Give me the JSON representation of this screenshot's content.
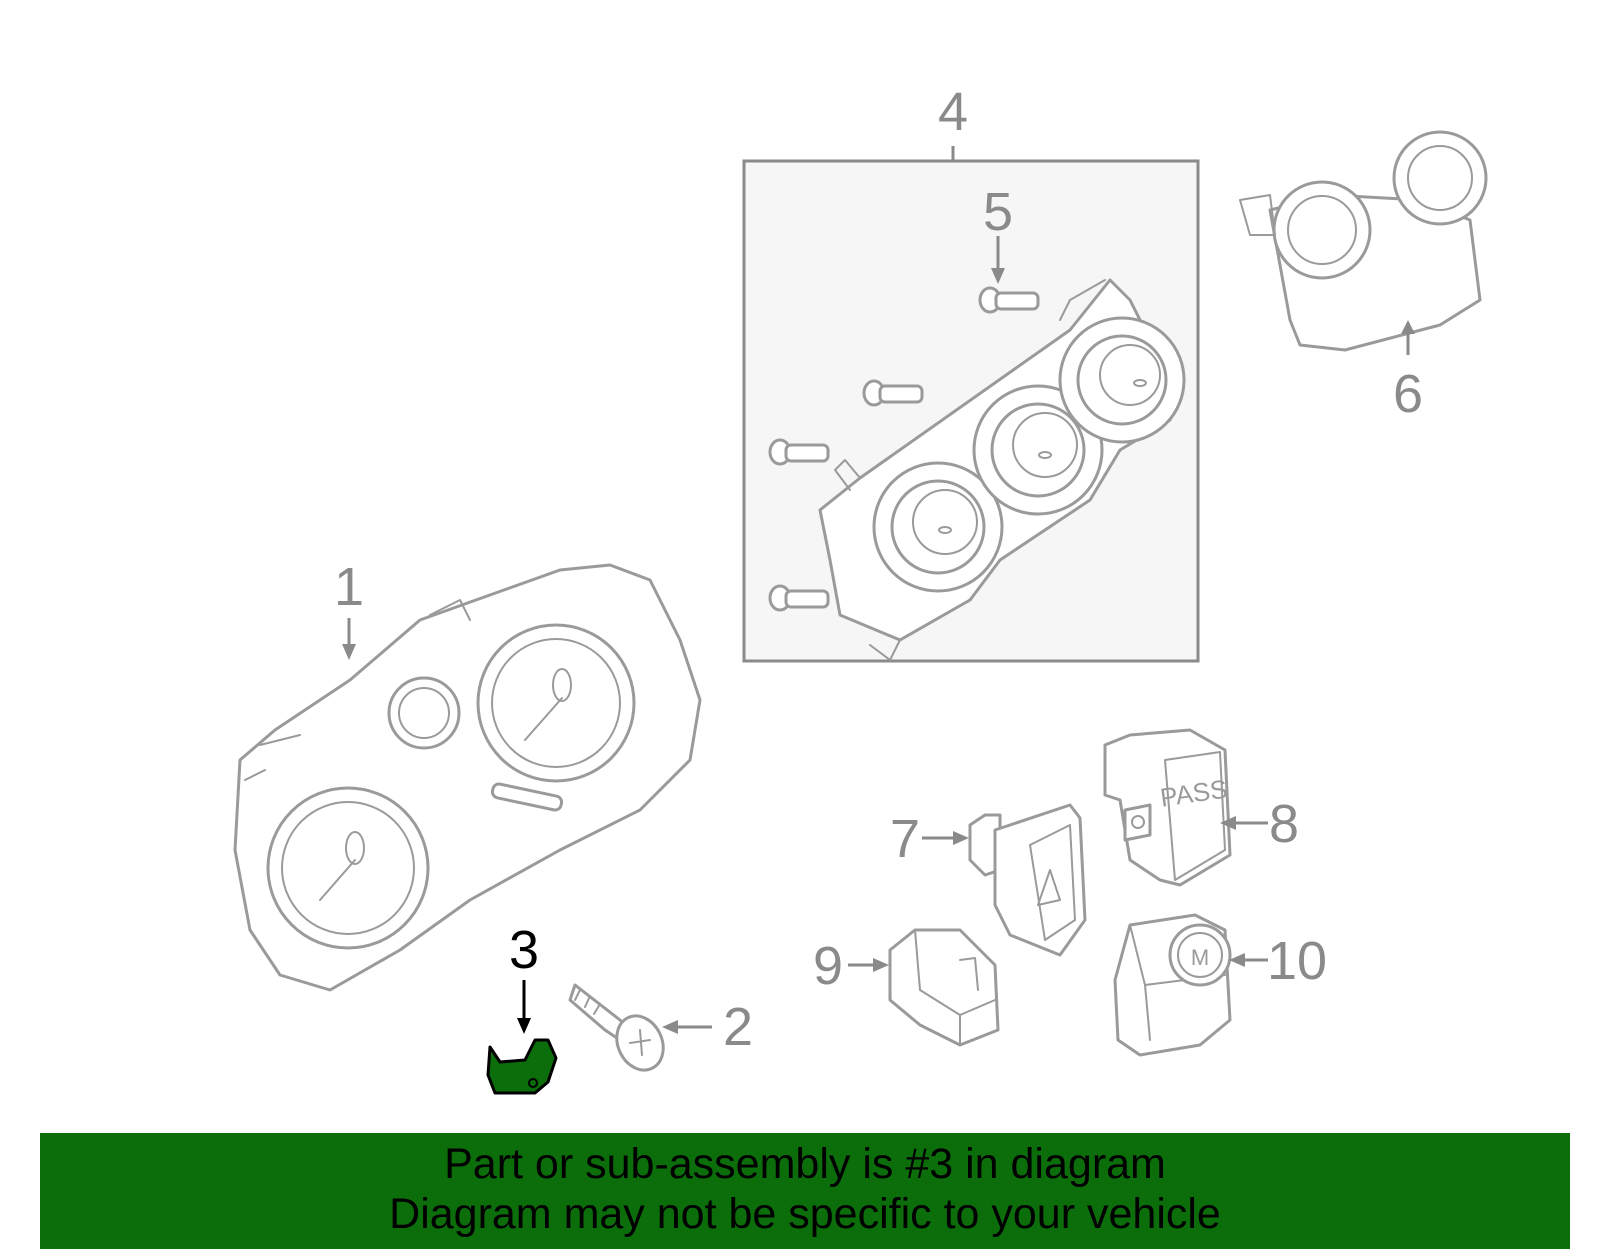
{
  "callouts": {
    "c1": "1",
    "c2": "2",
    "c3": "3",
    "c4": "4",
    "c5": "5",
    "c6": "6",
    "c7": "7",
    "c8": "8",
    "c9": "9",
    "c10": "10"
  },
  "switch_labels": {
    "pass": "PASS",
    "mode": "M"
  },
  "highlight": {
    "part_number": "3",
    "color": "#0b6e0b"
  },
  "banner": {
    "line1": "Part or sub-assembly is #3 in diagram",
    "line2": "Diagram may not be specific to your vehicle",
    "color": "#0b6e0b"
  }
}
